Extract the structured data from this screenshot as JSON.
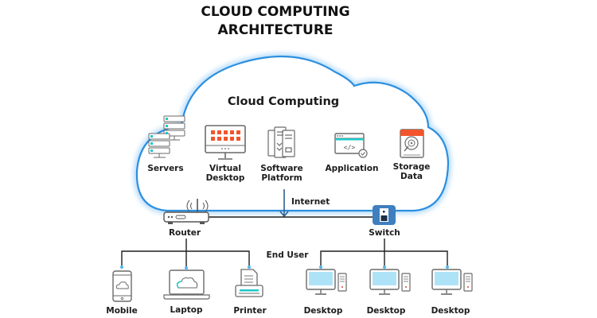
{
  "title": {
    "line1": "CLOUD COMPUTING",
    "line2": "ARCHITECTURE"
  },
  "cloud": {
    "label": "Cloud Computing",
    "services": [
      {
        "id": "servers",
        "icon": "server-rack-icon",
        "label_lines": [
          "Servers"
        ]
      },
      {
        "id": "virtual-desktop",
        "icon": "virtual-desktop-icon",
        "label_lines": [
          "Virtual",
          "Desktop"
        ]
      },
      {
        "id": "software-platform",
        "icon": "software-platform-icon",
        "label_lines": [
          "Software",
          "Platform"
        ]
      },
      {
        "id": "application",
        "icon": "application-window-icon",
        "label_lines": [
          "Application"
        ]
      },
      {
        "id": "storage-data",
        "icon": "hard-drive-icon",
        "label_lines": [
          "Storage",
          "Data"
        ]
      }
    ]
  },
  "network": {
    "internet_label": "Internet",
    "router_label": "Router",
    "switch_label": "Switch",
    "end_user_label": "End User"
  },
  "router_devices": [
    {
      "id": "mobile",
      "label": "Mobile",
      "icon": "mobile-phone-icon"
    },
    {
      "id": "laptop",
      "label": "Laptop",
      "icon": "laptop-icon"
    },
    {
      "id": "printer",
      "label": "Printer",
      "icon": "printer-icon"
    }
  ],
  "switch_devices": [
    {
      "id": "desktop-1",
      "label": "Desktop",
      "icon": "desktop-computer-icon"
    },
    {
      "id": "desktop-2",
      "label": "Desktop",
      "icon": "desktop-computer-icon"
    },
    {
      "id": "desktop-3",
      "label": "Desktop",
      "icon": "desktop-computer-icon"
    }
  ],
  "colors": {
    "cloud_outline": "#2b8fe0",
    "cloud_glow": "#bfe0fb",
    "switch_fill": "#3f7fbf",
    "arrow": "#2f5f8f",
    "accent_orange": "#f2552c",
    "accent_teal": "#1fc8c8",
    "screen_blue": "#aee3f7",
    "icon_stroke": "#5a5a5a",
    "line": "#1f1f1f"
  }
}
